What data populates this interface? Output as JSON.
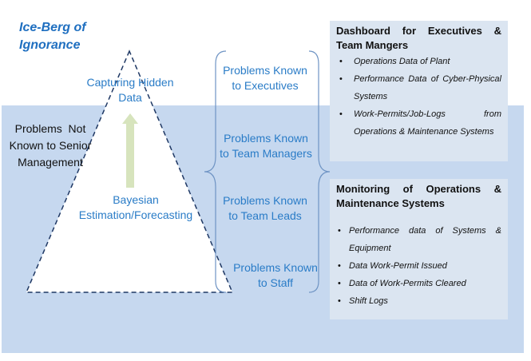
{
  "title": {
    "line1": "Ice-Berg of",
    "line2": "Ignorance"
  },
  "iceberg": {
    "top_label": {
      "line1": "Capturing Hidden",
      "line2": "Data"
    },
    "bottom_label": {
      "line1": "Bayesian",
      "line2": "Estimation/Forecasting"
    },
    "arrow_direction": "up",
    "arrow_color": "#d7e4bd"
  },
  "hidden_label": {
    "line1": "Problems  Not",
    "line2": "Known to Senior",
    "line3": "Management"
  },
  "levels": [
    {
      "line1": "Problems Known",
      "line2": "to Executives"
    },
    {
      "line1": "Problems Known",
      "line2": "to Team Managers"
    },
    {
      "line1": "Problems Known",
      "line2": "to Team Leads"
    },
    {
      "line1": "Problems Known",
      "line2": "to Staff"
    }
  ],
  "panels": {
    "dashboard": {
      "heading": "Dashboard for Executives & Team Mangers",
      "items": [
        "Operations Data of Plant",
        "Performance Data of Cyber-Physical Systems",
        "Work-Permits/Job-Logs from Operations & Maintenance Systems"
      ]
    },
    "monitoring": {
      "heading": "Monitoring of Operations & Maintenance Systems",
      "items": [
        "Performance data of Systems & Equipment",
        "Data Work-Permit Issued",
        "Data of Work-Permits Cleared",
        "Shift Logs"
      ]
    }
  },
  "colors": {
    "water": "#c6d8ef",
    "panel": "#dbe5f1",
    "accent_text": "#2a7cc7",
    "title_text": "#1f6fc0",
    "dashed_outline": "#1f3864",
    "bracket": "#6f94c4"
  }
}
